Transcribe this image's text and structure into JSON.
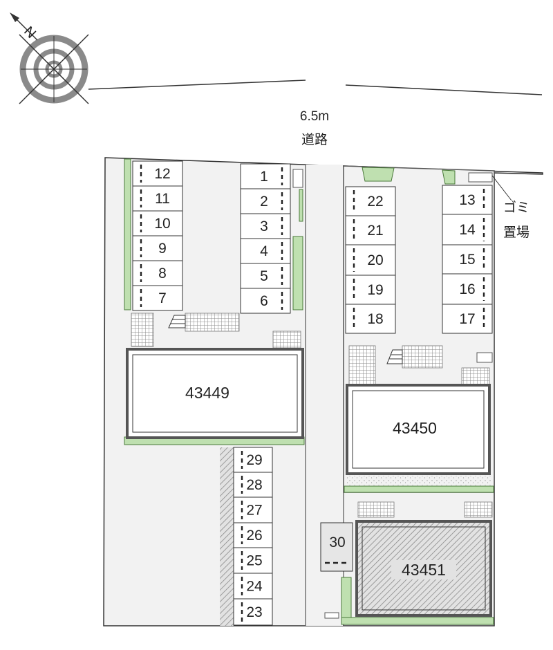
{
  "road": {
    "width_label": "6.5m",
    "name": "道路"
  },
  "compass": {
    "north_label": "N",
    "icon": "compass-rose-icon"
  },
  "trash": {
    "label_line1": "ゴミ",
    "label_line2": "置場"
  },
  "buildings": [
    {
      "id": "43449"
    },
    {
      "id": "43450"
    },
    {
      "id": "43451"
    }
  ],
  "parking_slots": [
    "1",
    "2",
    "3",
    "4",
    "5",
    "6",
    "7",
    "8",
    "9",
    "10",
    "11",
    "12",
    "13",
    "14",
    "15",
    "16",
    "17",
    "18",
    "19",
    "20",
    "21",
    "22",
    "23",
    "24",
    "25",
    "26",
    "27",
    "28",
    "29",
    "30"
  ],
  "colors": {
    "green_strip": "#bfe0b0",
    "green_edge": "#4a7a3a",
    "lot_fill": "#f2f2f2",
    "building_outline": "#555555",
    "tile": "#888888",
    "hatch": "#777777"
  }
}
